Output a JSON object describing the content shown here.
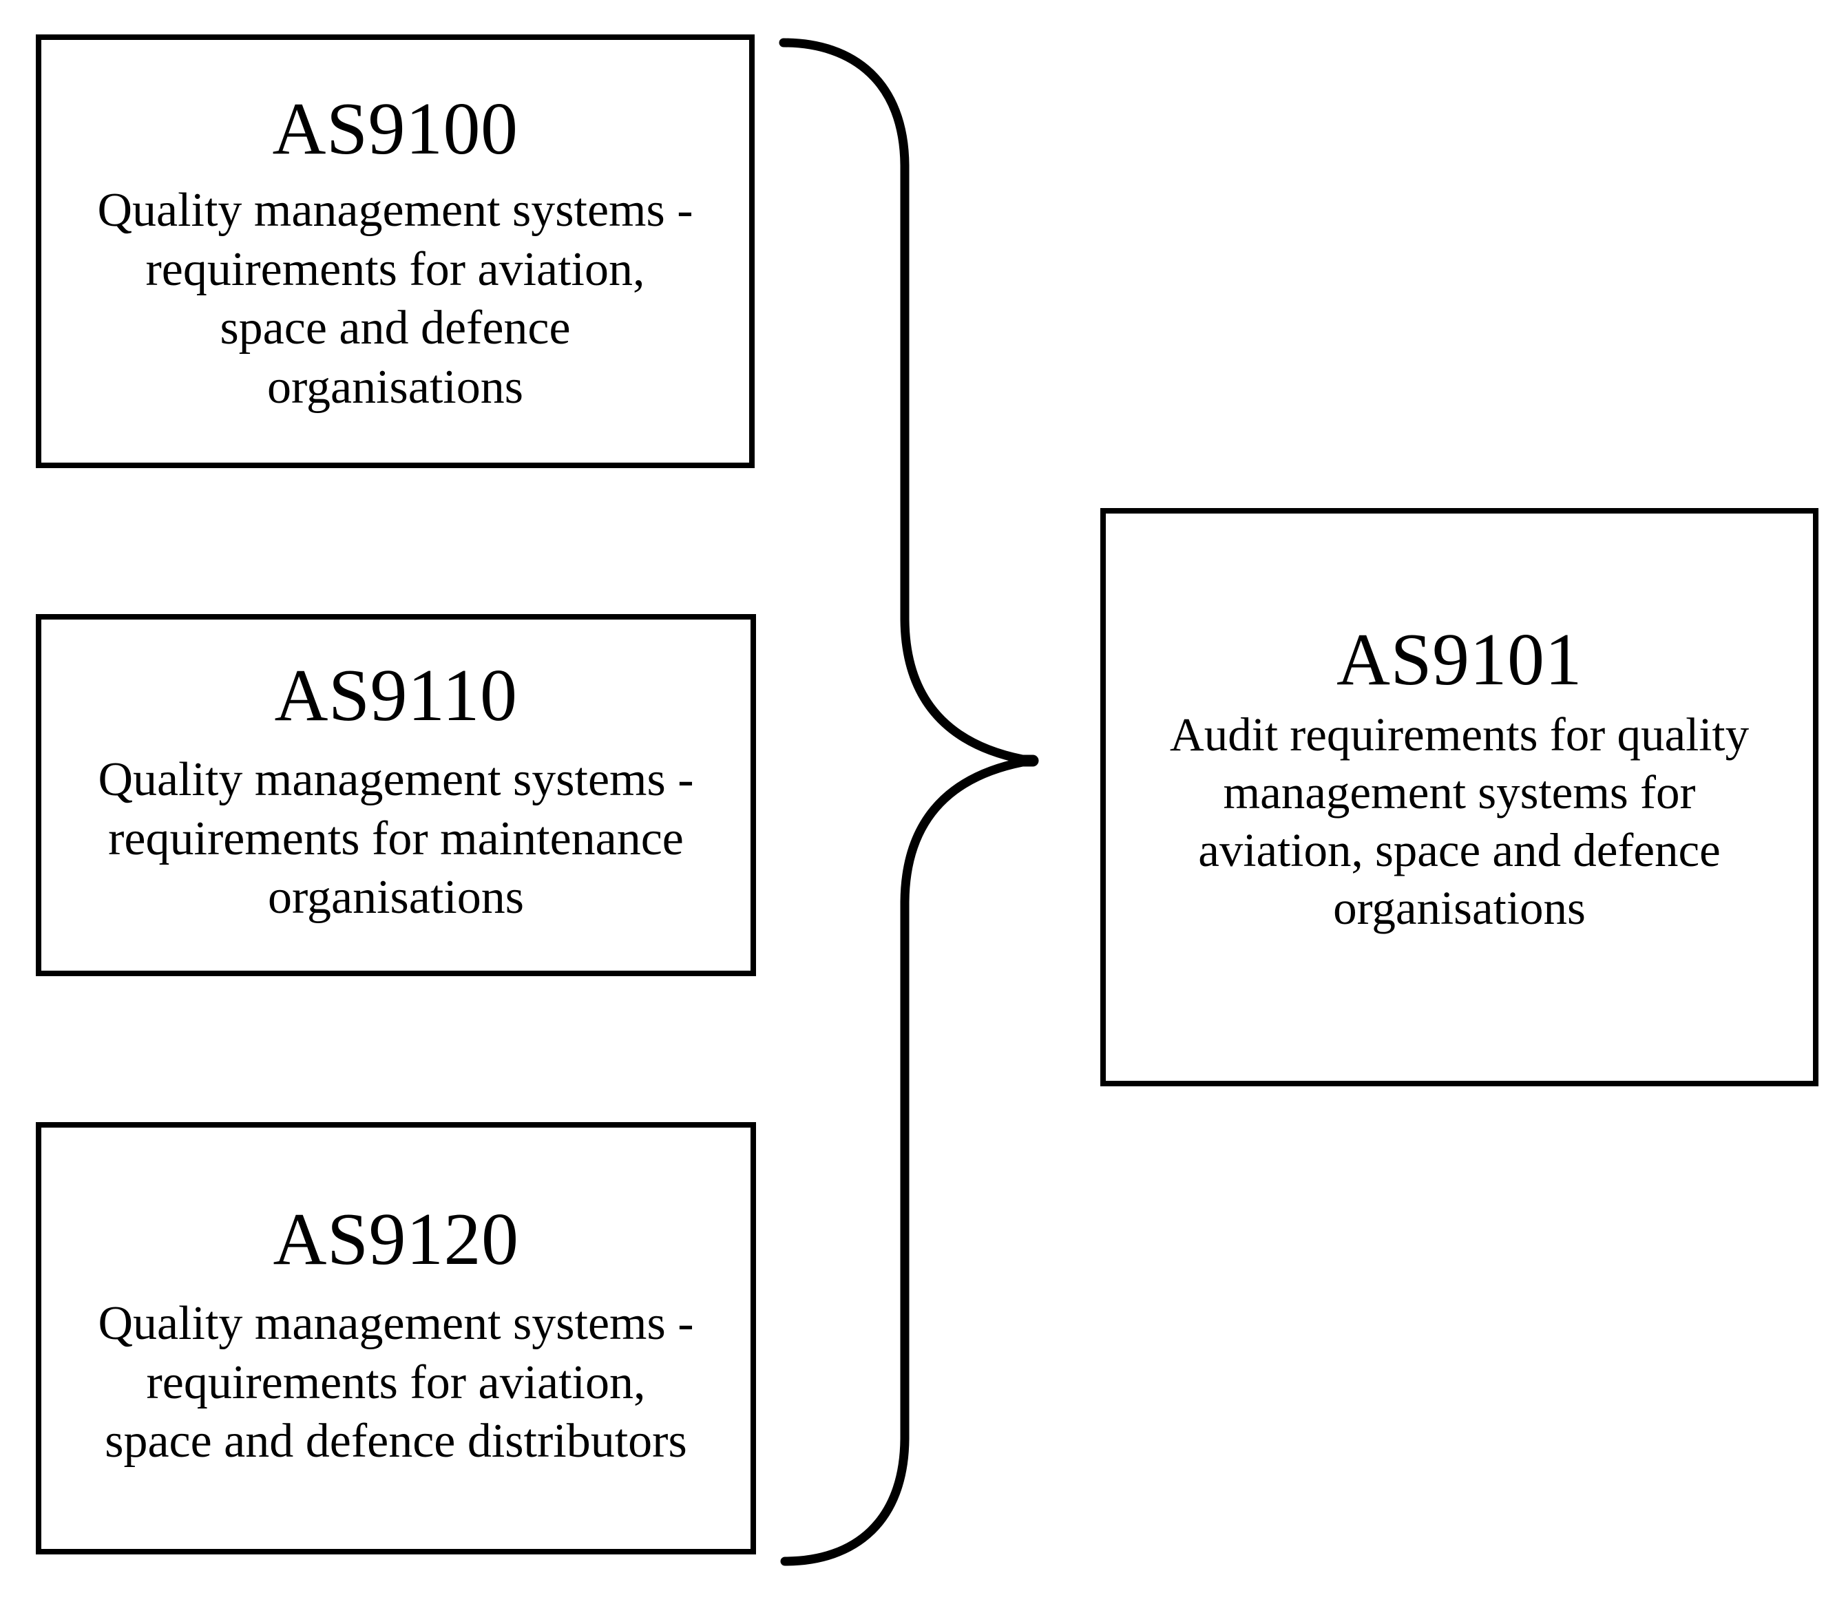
{
  "diagram": {
    "type": "grouping-brace-diagram",
    "background_color": "#ffffff",
    "line_color": "#000000",
    "nodes": [
      {
        "id": "as9100",
        "title": "AS9100",
        "description": "Quality management systems - requirements for aviation, space and defence organisations",
        "description_lines": [
          "Quality management systems -",
          "requirements for aviation,",
          "space and defence",
          "organisations"
        ],
        "side": "left"
      },
      {
        "id": "as9110",
        "title": "AS9110",
        "description": "Quality management systems - requirements for maintenance organisations",
        "description_lines": [
          "Quality management systems -",
          "requirements for maintenance",
          "organisations"
        ],
        "side": "left"
      },
      {
        "id": "as9120",
        "title": "AS9120",
        "description": "Quality management systems - requirements for aviation, space and defence distributors",
        "description_lines": [
          "Quality management systems -",
          "requirements for aviation,",
          "space and defence distributors"
        ],
        "side": "left"
      },
      {
        "id": "as9101",
        "title": "AS9101",
        "description": "Audit requirements for quality management systems for aviation, space and defence organisations",
        "description_lines": [
          "Audit requirements for quality",
          "management systems for",
          "aviation, space and defence",
          "organisations"
        ],
        "side": "right"
      }
    ],
    "connector": {
      "kind": "curly-brace",
      "orientation": "right-pointing",
      "groups_nodes": [
        "as9100",
        "as9110",
        "as9120"
      ],
      "points_to_node": "as9101"
    }
  }
}
